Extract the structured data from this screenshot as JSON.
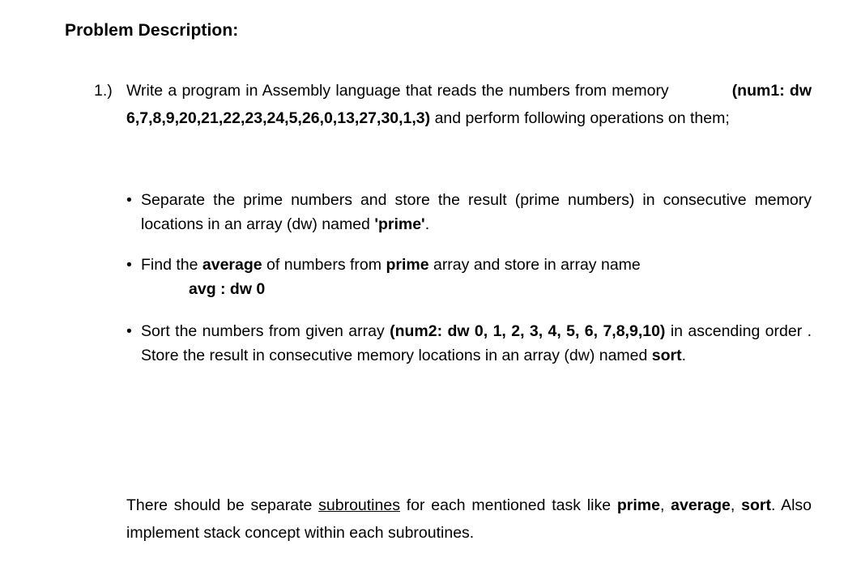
{
  "document": {
    "heading": "Problem Description:",
    "problem": {
      "marker": "1.)",
      "line1_a": "Write a program in Assembly language that reads the numbers from memory",
      "line1_array_label": "(num1: dw 6,7,8,9,20,21,22,23,24,5,26,0,13,27,30,1,3)",
      "line1_b": "and perform following operations on them;",
      "array_num1": [
        6,
        7,
        8,
        9,
        20,
        21,
        22,
        23,
        24,
        5,
        26,
        0,
        13,
        27,
        30,
        1,
        3
      ],
      "array_num1_name": "num1",
      "array_num1_directive": "dw"
    },
    "tasks": [
      {
        "bullet": "•",
        "text_a": "Separate the prime numbers and store the result (prime numbers) in consecutive memory locations in an array (dw) named",
        "emphasis": "'prime'",
        "text_b": "."
      },
      {
        "bullet": "•",
        "text_a": "Find the",
        "emphasis_1": "average",
        "text_b": "of numbers from",
        "emphasis_2": "prime",
        "text_c": "array and store in array name",
        "sub_line": "avg : dw 0",
        "avg_name": "avg",
        "avg_directive": "dw",
        "avg_value": "0"
      },
      {
        "bullet": "•",
        "text_a": "Sort the numbers from given array",
        "emphasis_1": "(num2: dw 0, 1, 2, 3, 4, 5, 6, 7,8,9,10)",
        "text_b": "in ascending order . Store the result in consecutive memory locations in an array (dw) named",
        "emphasis_2": "sort",
        "text_c": ".",
        "array_num2": [
          0,
          1,
          2,
          3,
          4,
          5,
          6,
          7,
          8,
          9,
          10
        ],
        "array_num2_name": "num2",
        "array_num2_directive": "dw"
      }
    ],
    "closing": {
      "text_a": "There should be separate",
      "underlined": "subroutines",
      "text_b": "for each mentioned task like",
      "emph_1": "prime",
      "sep_1": ",",
      "emph_2": "average",
      "sep_2": ",",
      "emph_3": "sort",
      "text_c": ". Also implement stack concept within each subroutines."
    }
  },
  "style": {
    "background": "#ffffff",
    "text_color": "#000000"
  }
}
